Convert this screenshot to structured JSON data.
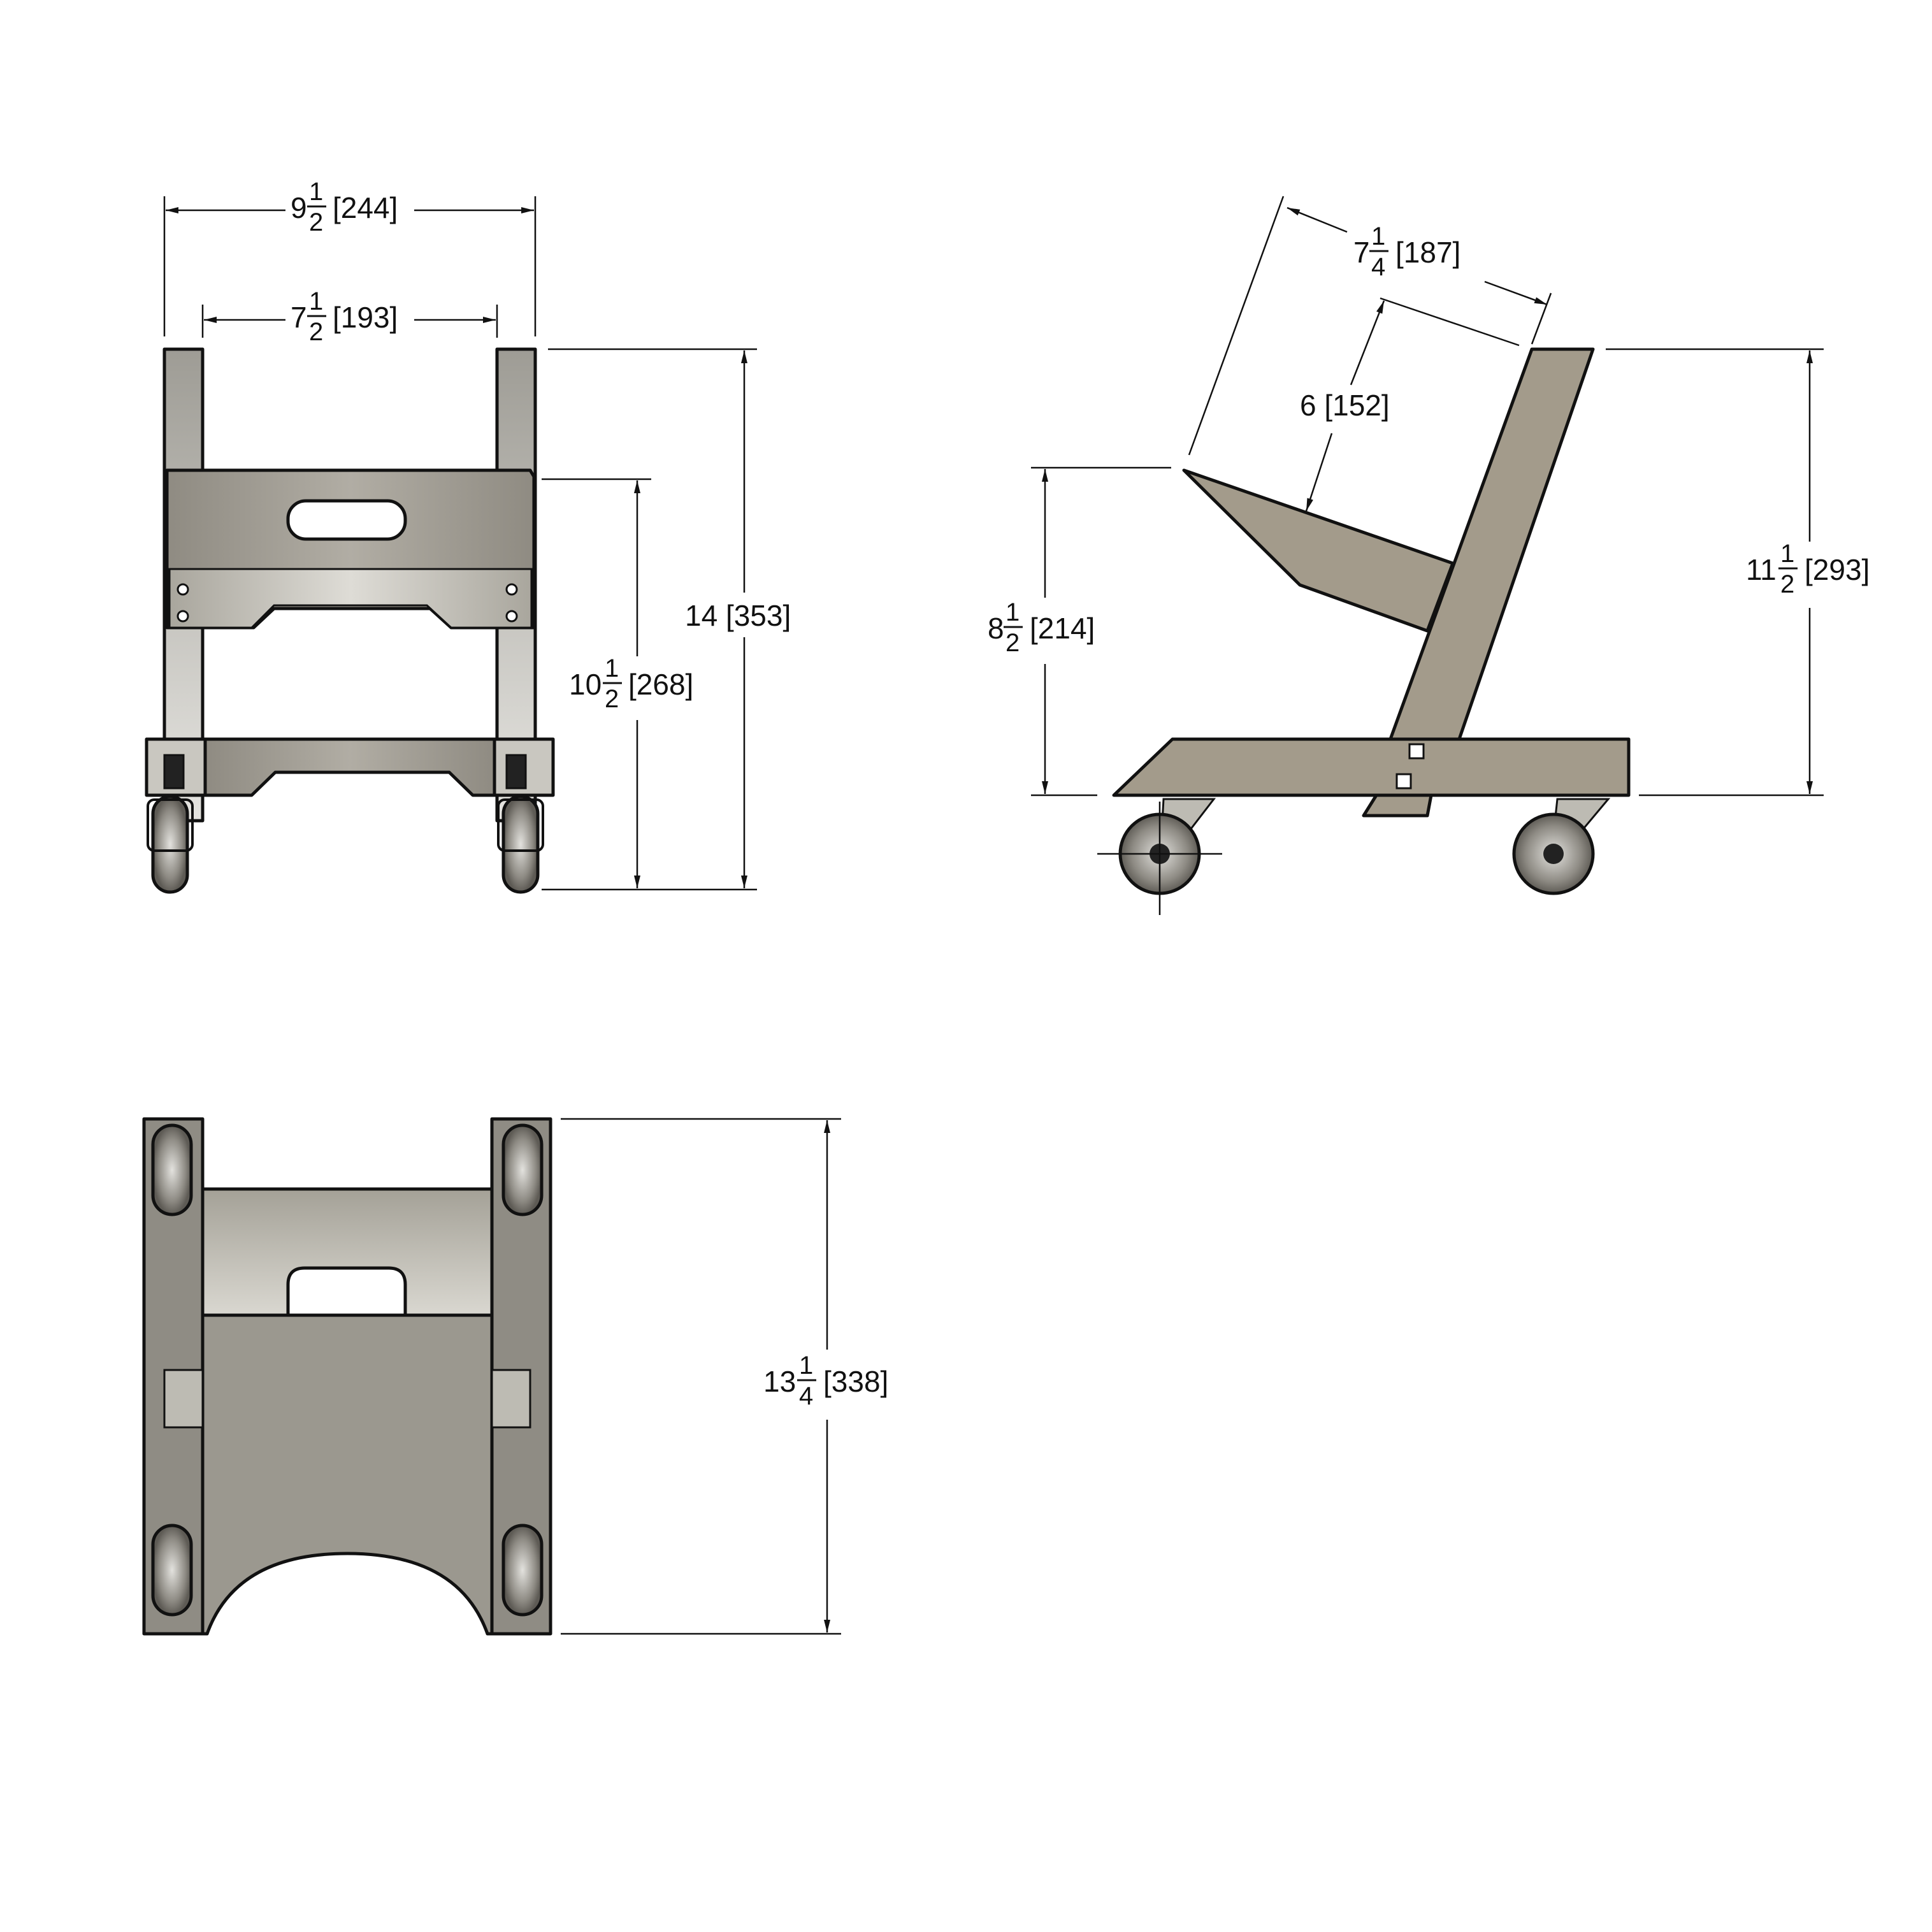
{
  "colors": {
    "metal_light": "#bdbbb3",
    "metal_mid": "#a7a398",
    "metal_dark": "#8c887e",
    "side_panel": "#a39b8b",
    "outline": "#111111",
    "wheel": "#7d7a74"
  },
  "front_view": {
    "overall_width": {
      "whole": "9",
      "num": "1",
      "den": "2",
      "metric": "[244]"
    },
    "inner_width": {
      "whole": "7",
      "num": "1",
      "den": "2",
      "metric": "[193]"
    },
    "overall_height": {
      "text": "14 [353]"
    },
    "seat_height": {
      "whole": "10",
      "num": "1",
      "den": "2",
      "metric": "[268]"
    }
  },
  "side_view": {
    "back_length": {
      "whole": "7",
      "num": "1",
      "den": "4",
      "metric": "[187]"
    },
    "seat_depth": {
      "text": "6 [152]"
    },
    "seat_height": {
      "whole": "8",
      "num": "1",
      "den": "2",
      "metric": "[214]"
    },
    "back_height": {
      "whole": "11",
      "num": "1",
      "den": "2",
      "metric": "[293]"
    }
  },
  "top_view": {
    "overall_length": {
      "whole": "13",
      "num": "1",
      "den": "4",
      "metric": "[338]"
    }
  }
}
